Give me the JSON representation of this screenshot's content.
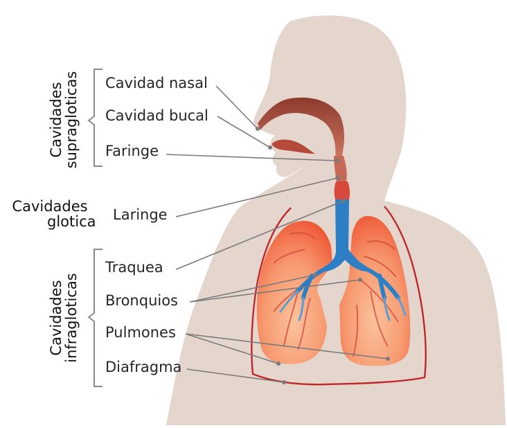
{
  "groups": {
    "supra": {
      "line1": "Cavidades",
      "line2": "supragloticas"
    },
    "glot": {
      "line1": "Cavidades",
      "line2": "glotica"
    },
    "infra": {
      "line1": "Cavidades",
      "line2": "infragloticas"
    }
  },
  "labels": {
    "nasal": "Cavidad nasal",
    "bucal": "Cavidad bucal",
    "faringe": "Faringe",
    "laringe": "Laringe",
    "traquea": "Traquea",
    "bronquios": "Bronquios",
    "pulmones": "Pulmones",
    "diafragma": "Diafragma"
  },
  "colors": {
    "body": "#e4d6cc",
    "lung_outer": "#ef5a3c",
    "lung_inner": "#f8b591",
    "trachea": "#2c7fc4",
    "airway": "#b84a3c",
    "leader": "#7a7a7a",
    "diaphragm": "#c0262b"
  }
}
